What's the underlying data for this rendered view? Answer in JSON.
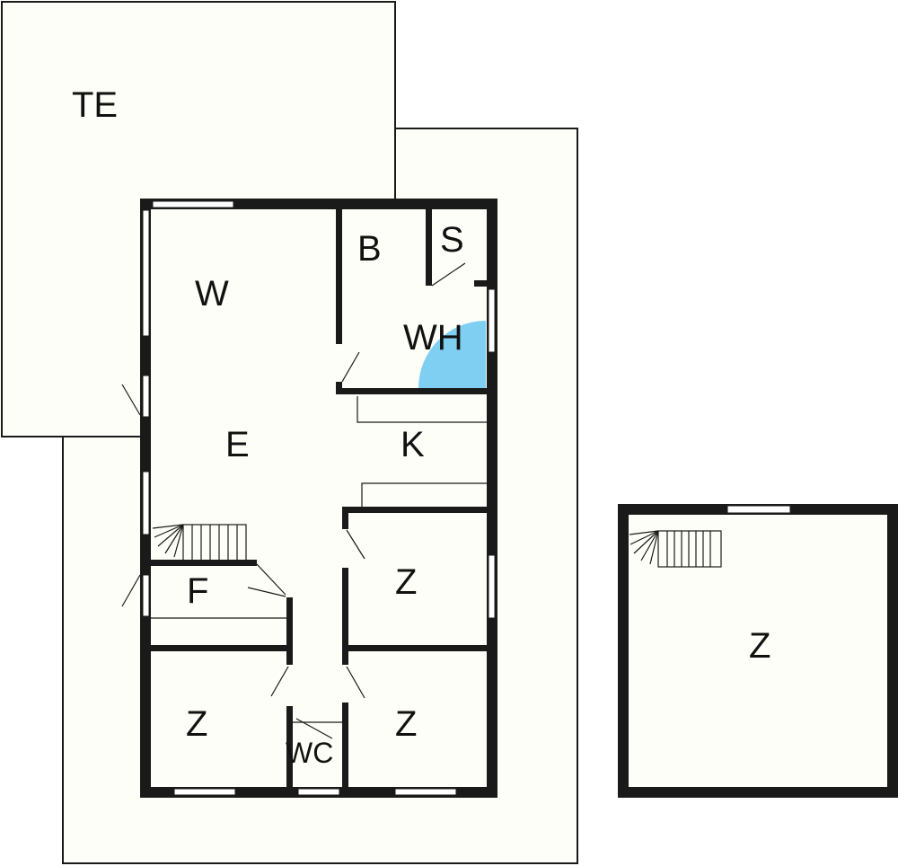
{
  "plan": {
    "background": "#ffffff",
    "floor_fill": "#fefef8",
    "wall_color": "#1a1a1a",
    "shower_color": "#7fcff3"
  },
  "rooms": {
    "terrace": "TE",
    "living": "W",
    "bath": "B",
    "storage": "S",
    "utility": "WH",
    "hall": "E",
    "kitchen": "K",
    "hallway": "F",
    "bedroom_1": "Z",
    "bedroom_2": "Z",
    "bedroom_3": "Z",
    "toilet": "WC",
    "annex_bedroom": "Z"
  }
}
